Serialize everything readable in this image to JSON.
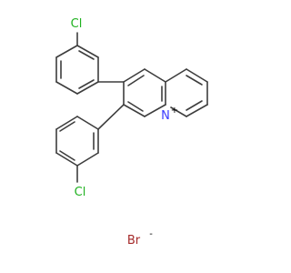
{
  "molecule": {
    "atoms": {
      "cl_top": "Cl",
      "cl_bottom": "Cl",
      "nitrogen": "N",
      "nitrogen_charge": "+",
      "bromide": "Br",
      "bromide_charge": "-"
    },
    "colors": {
      "bond": "#3d3d3d",
      "chlorine": "#1fb11f",
      "nitrogen": "#3b3bff",
      "bromine": "#a52a2a",
      "charge": "#000000",
      "background": "#ffffff"
    }
  }
}
